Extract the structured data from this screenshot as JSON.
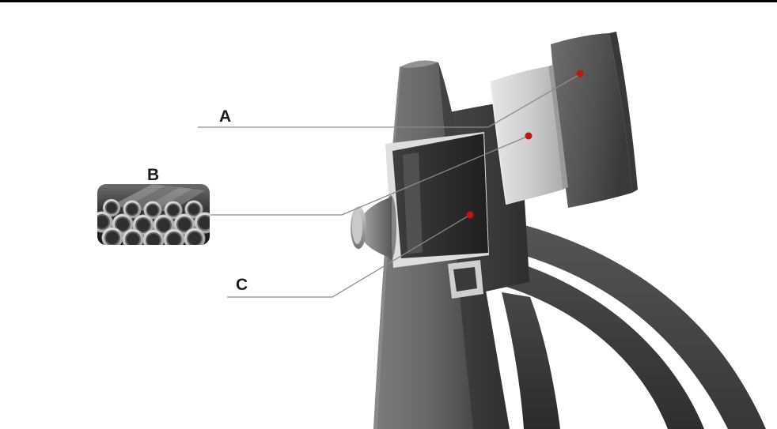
{
  "scene": {
    "background_color": "#ffffff",
    "top_border_color": "#000000"
  },
  "callouts": {
    "a": {
      "label": "A"
    },
    "b": {
      "label": "B"
    },
    "c": {
      "label": "C"
    }
  },
  "style": {
    "label_color": "#1b1b1b",
    "line_color": "#8b8b8b",
    "dot_color": "#c11414",
    "column_gray": "#6b6b6b",
    "light_panel_gray": "#cdcdcd",
    "dark_panel_gray": "#3a3a3a"
  },
  "icons": {
    "thumbnail": "steel-tubes-photo"
  }
}
